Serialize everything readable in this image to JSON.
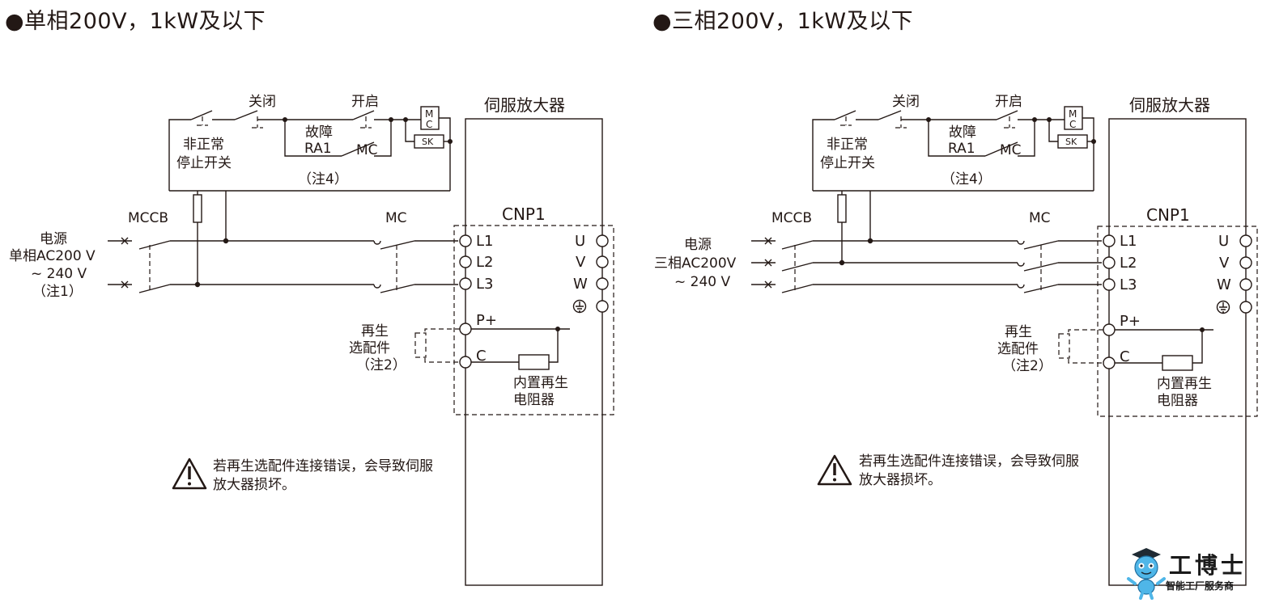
{
  "left": {
    "title": "●单相200V，1kW及以下",
    "amp_label": "伺服放大器",
    "cnp1": "CNP1",
    "close_label": "关闭",
    "open_label": "开启",
    "fault_label": "故障",
    "ra1_label": "RA1",
    "mc_contact_label": "MC",
    "note4": "（注4）",
    "estop_line1": "非正常",
    "estop_line2": "停止开关",
    "mc_coil_top": "M",
    "mc_coil_bottom": "C",
    "sk_label": "SK",
    "mccb_label": "MCCB",
    "mc_label": "MC",
    "power_line1": "电源",
    "power_line2": "单相AC200 V",
    "power_line3": "~ 240 V",
    "power_line4": "（注1）",
    "term_l1": "L1",
    "term_l2": "L2",
    "term_l3": "L3",
    "term_u": "U",
    "term_v": "V",
    "term_w": "W",
    "term_p": "P+",
    "term_c": "C",
    "regen_line1": "再生",
    "regen_line2": "选配件",
    "regen_line3": "（注2）",
    "resistor_line1": "内置再生",
    "resistor_line2": "电阻器",
    "warning_line1": "若再生选配件连接错误，会导致伺服",
    "warning_line2": "放大器损坏。"
  },
  "right": {
    "title": "●三相200V，1kW及以下",
    "amp_label": "伺服放大器",
    "cnp1": "CNP1",
    "close_label": "关闭",
    "open_label": "开启",
    "fault_label": "故障",
    "ra1_label": "RA1",
    "mc_contact_label": "MC",
    "note4": "（注4）",
    "estop_line1": "非正常",
    "estop_line2": "停止开关",
    "mc_coil_top": "M",
    "mc_coil_bottom": "C",
    "sk_label": "SK",
    "mccb_label": "MCCB",
    "mc_label": "MC",
    "power_line1": "电源",
    "power_line2": "三相AC200V",
    "power_line3": "~ 240 V",
    "term_l1": "L1",
    "term_l2": "L2",
    "term_l3": "L3",
    "term_u": "U",
    "term_v": "V",
    "term_w": "W",
    "term_p": "P+",
    "term_c": "C",
    "regen_line1": "再生",
    "regen_line2": "选配件",
    "regen_line3": "（注2）",
    "resistor_line1": "内置再生",
    "resistor_line2": "电阻器",
    "warning_line1": "若再生选配件连接错误，会导致伺服",
    "warning_line2": "放大器损坏。"
  },
  "logo": {
    "main": "工博士",
    "sub": "智能工厂服务商"
  }
}
